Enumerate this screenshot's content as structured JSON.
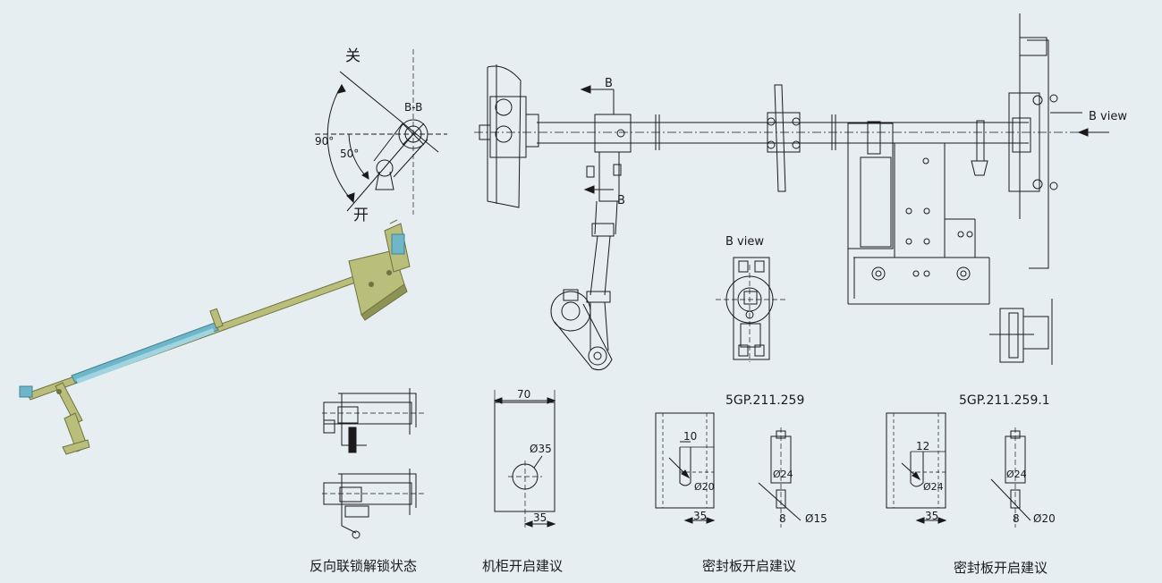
{
  "colors": {
    "background": "#e6eef2",
    "line": "#1a1a1a",
    "model_body": "#b9be7a",
    "model_shaft": "#6fb6c8",
    "model_dark": "#6e7340"
  },
  "angle_diagram": {
    "close_label": "关",
    "open_label": "开",
    "angle_90": "90°",
    "angle_50": "50°",
    "section_label": "B-B"
  },
  "main_drawing": {
    "section_mark_top": "B",
    "section_mark_bottom": "B",
    "view_arrow_label": "B view",
    "b_view_title": "B view"
  },
  "opening_cabinet": {
    "width_dim": "70",
    "hole_dia": "Ø35",
    "offset_dim": "35"
  },
  "seal_plate_1": {
    "part_no": "5GP.211.259",
    "slot_width": "10",
    "slot_dia": "Ø20",
    "offset_dim": "35",
    "boss_dia": "Ø24",
    "pin_width": "8",
    "pin_dia": "Ø15"
  },
  "seal_plate_2": {
    "part_no": "5GP.211.259.1",
    "slot_width": "12",
    "slot_dia": "Ø24",
    "offset_dim": "35",
    "boss_dia": "Ø24",
    "pin_width": "8",
    "pin_dia": "Ø20"
  },
  "captions": {
    "interlock_unlock": "反向联锁解锁状态",
    "cabinet_opening": "机柜开启建议",
    "seal_plate_opening_1": "密封板开启建议",
    "seal_plate_opening_2": "密封板开启建议"
  }
}
